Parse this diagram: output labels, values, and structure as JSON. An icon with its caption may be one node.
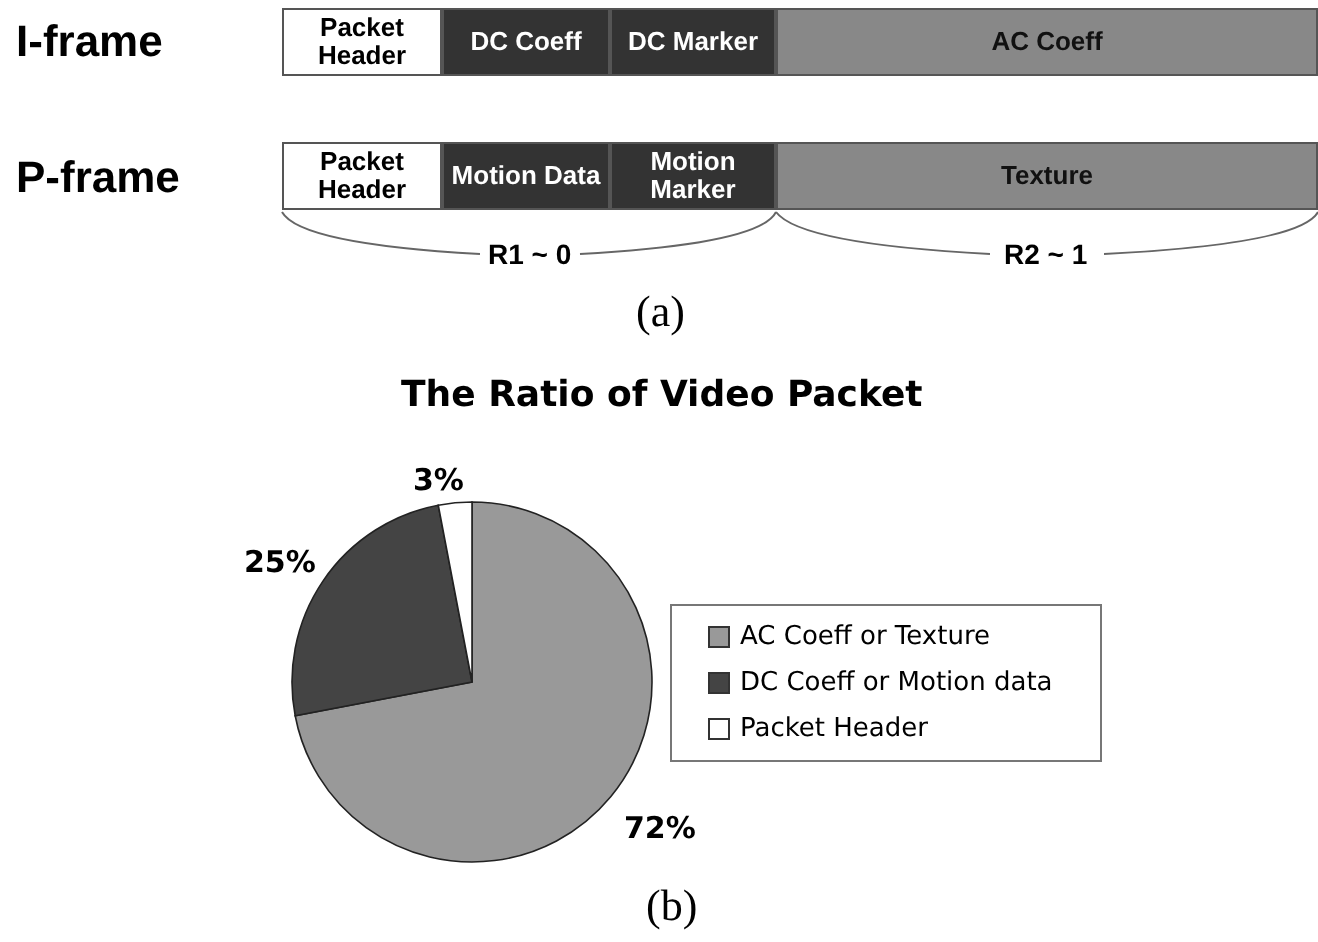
{
  "diagram": {
    "nodes": [
      {
        "text": [
          "Packet Header"
        ]
      },
      {
        "text": [
          "DC Coeff"
        ]
      },
      {
        "text": [
          "DC Marker"
        ]
      },
      {
        "text": [
          "AC Coeff"
        ]
      },
      {
        "text": [
          "Packet Header"
        ]
      },
      {
        "text": [
          "Motion Data"
        ]
      },
      {
        "text": [
          "Motion Marker"
        ]
      },
      {
        "text": [
          "Texture"
        ]
      }
    ],
    "edges": [],
    "labels": [
      "I-frame",
      "P-frame",
      "R1 ~ 0",
      "R2 ~ 1",
      "(a)",
      "(b)"
    ],
    "legend": [
      {
        "text": "AC Coeff or Texture",
        "color": "#999999"
      },
      {
        "text": "DC Coeff or Motion data",
        "color": "#444444"
      },
      {
        "text": "Packet Header",
        "color": "#ffffff"
      }
    ],
    "chart_data": {
      "type": "pie",
      "title": "The Ratio of Video Packet",
      "values": [
        72,
        25,
        3
      ],
      "value_labels": [
        "72%",
        "25%",
        "3%"
      ]
    }
  }
}
